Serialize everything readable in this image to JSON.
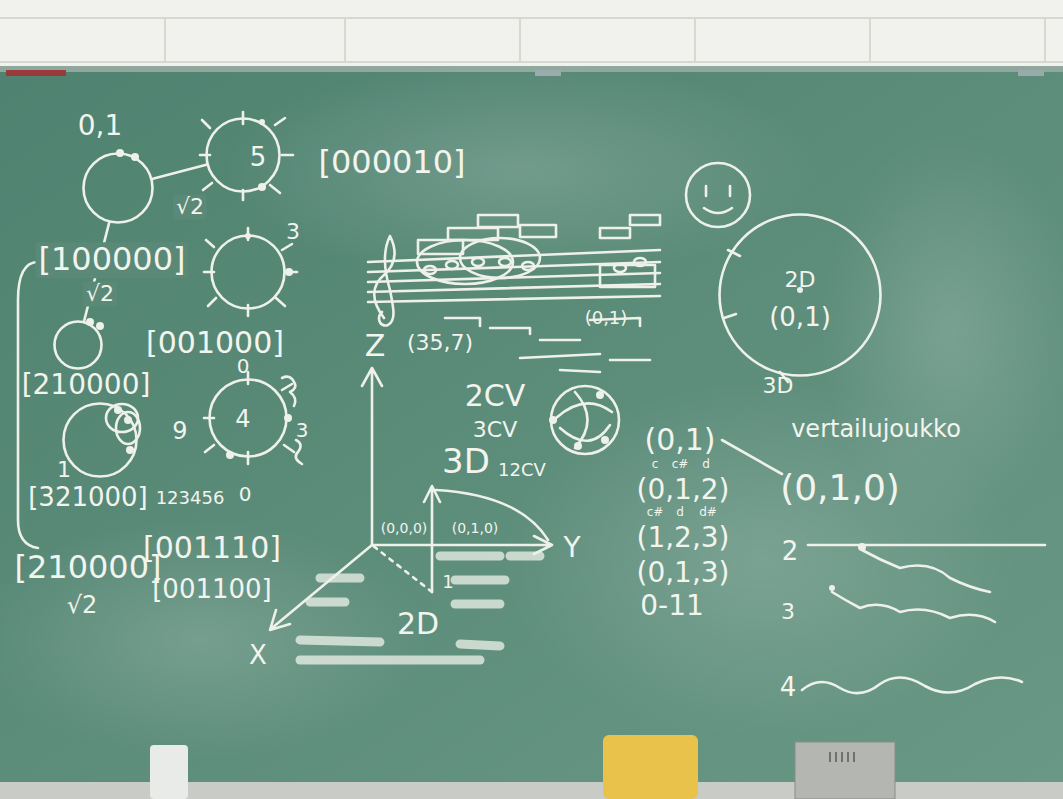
{
  "diagram": {
    "nodes": [
      {
        "text": [
          "0,1"
        ]
      },
      {
        "text": [
          "5"
        ]
      },
      {
        "text": [
          "3"
        ]
      },
      {
        "text": [
          "[210000]"
        ]
      },
      {
        "text": [
          "4"
        ]
      },
      {
        "text": [
          "1"
        ]
      },
      {
        "text": [
          "2D",
          "(0,1)",
          "3D"
        ]
      }
    ],
    "edges": [
      {
        "from": 0,
        "to": 1,
        "arrow": "none",
        "label": "√2"
      },
      {
        "from": 0,
        "to": 3,
        "arrow": "none",
        "label": "√2"
      }
    ],
    "labels": [
      "[000010]",
      "[100000]",
      "[001000]",
      "0",
      "9",
      "3",
      "0",
      "[321000]",
      "123456",
      "[210000]",
      "[001110]",
      "[001100]",
      "√2",
      "(35,7)",
      "(0,1)",
      "2CV",
      "3CV",
      "3D",
      "12CV",
      "Z",
      "Y",
      "X",
      "(0,0,0)",
      "(0,1,0)",
      "1",
      "2D",
      "(0,1)",
      "c",
      "c#",
      "d",
      "(0,1,2)",
      "c#",
      "d",
      "d#",
      "(1,2,3)",
      "(0,1,3)",
      "0-11",
      "vertailujoukko",
      "(0,1,0)",
      "2",
      "3",
      "4"
    ]
  }
}
